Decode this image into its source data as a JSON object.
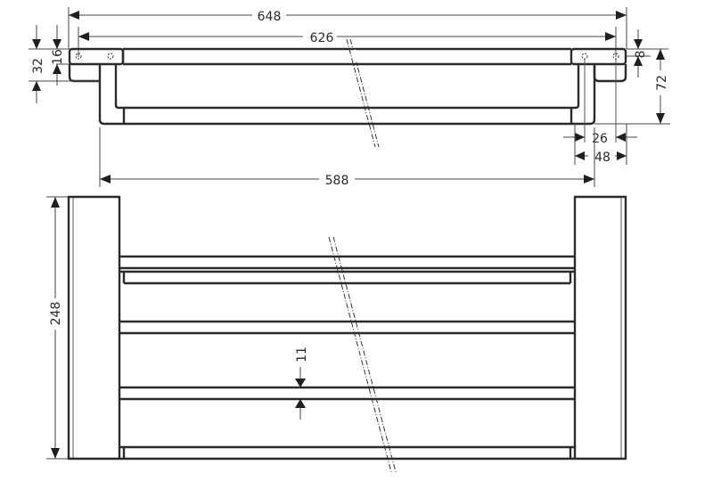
{
  "drawing": {
    "title": "Towel shelf technical dimension drawing",
    "units": "mm",
    "line_color": "#2b2b2b",
    "background": "#ffffff"
  },
  "top_view": {
    "dimensions": {
      "overall_width": "648",
      "mounting_width": "626",
      "inner_width": "588",
      "left_total_height": "32",
      "left_plate_height": "16",
      "right_plate_height": "8",
      "right_total_depth": "72",
      "bracket_depth_inner": "26",
      "bracket_depth_outer": "48"
    }
  },
  "front_view": {
    "dimensions": {
      "overall_height": "248",
      "bar_gap": "11"
    }
  }
}
